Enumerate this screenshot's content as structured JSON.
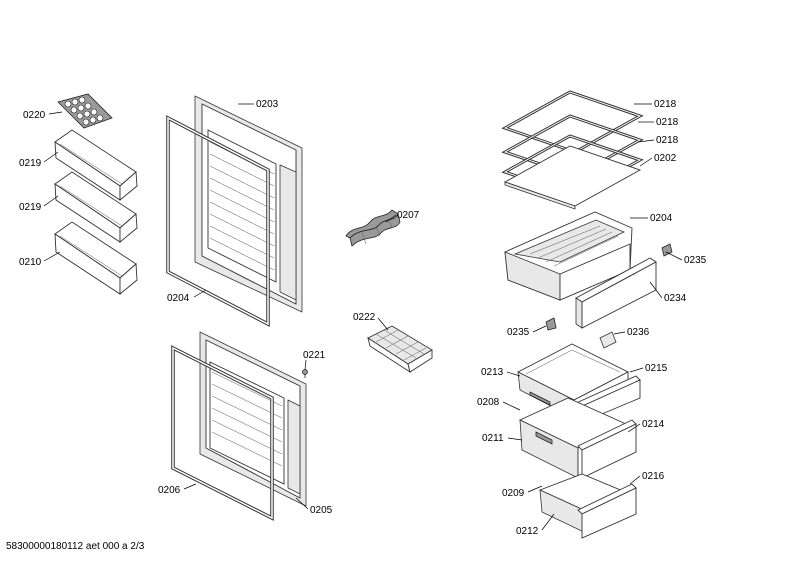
{
  "diagram": {
    "parts": [
      {
        "id": "label-0220",
        "label": "0220"
      },
      {
        "id": "label-0219-a",
        "label": "0219"
      },
      {
        "id": "label-0219-b",
        "label": "0219"
      },
      {
        "id": "label-0210",
        "label": "0210"
      },
      {
        "id": "label-0203",
        "label": "0203"
      },
      {
        "id": "label-0204-a",
        "label": "0204"
      },
      {
        "id": "label-0207",
        "label": "0207"
      },
      {
        "id": "label-0222",
        "label": "0222"
      },
      {
        "id": "label-0221",
        "label": "0221"
      },
      {
        "id": "label-0206",
        "label": "0206"
      },
      {
        "id": "label-0205",
        "label": "0205"
      },
      {
        "id": "label-0218-a",
        "label": "0218"
      },
      {
        "id": "label-0218-b",
        "label": "0218"
      },
      {
        "id": "label-0218-c",
        "label": "0218"
      },
      {
        "id": "label-0202",
        "label": "0202"
      },
      {
        "id": "label-0204-b",
        "label": "0204"
      },
      {
        "id": "label-0235-a",
        "label": "0235"
      },
      {
        "id": "label-0234",
        "label": "0234"
      },
      {
        "id": "label-0235-b",
        "label": "0235"
      },
      {
        "id": "label-0236",
        "label": "0236"
      },
      {
        "id": "label-0213",
        "label": "0213"
      },
      {
        "id": "label-0215",
        "label": "0215"
      },
      {
        "id": "label-0208",
        "label": "0208"
      },
      {
        "id": "label-0214",
        "label": "0214"
      },
      {
        "id": "label-0211",
        "label": "0211"
      },
      {
        "id": "label-0216",
        "label": "0216"
      },
      {
        "id": "label-0209",
        "label": "0209"
      },
      {
        "id": "label-0212",
        "label": "0212"
      }
    ]
  },
  "footer": {
    "text": "58300000180112 aet 000 a 2/3"
  }
}
